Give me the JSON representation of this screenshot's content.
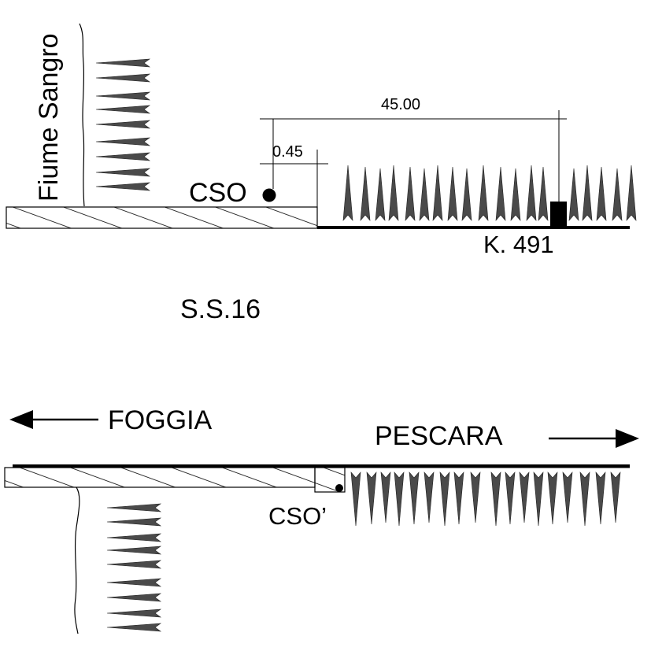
{
  "diagram": {
    "river_label": "Fiume Sangro",
    "cso_label": "CSO",
    "cso_prime_label": "CSO’",
    "dimension_long": "45.00",
    "dimension_short": "0.45",
    "marker_label": "K. 491",
    "road_label": "S.S.16",
    "direction_left": "FOGGIA",
    "direction_right": "PESCARA"
  },
  "colors": {
    "ink": "#000000",
    "tree": "#4a4a4a",
    "paper": "#ffffff"
  },
  "icons": {
    "arrow_left": "arrow-left-icon",
    "arrow_right": "arrow-right-icon",
    "cso_point": "cso-point-icon",
    "marker_block": "kilometer-marker-icon",
    "vegetation": "spike-vegetation-icon"
  }
}
